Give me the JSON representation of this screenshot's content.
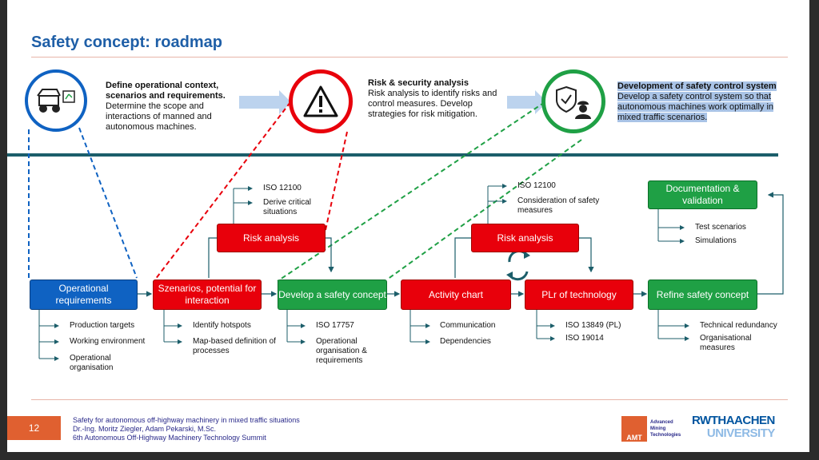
{
  "slide": {
    "title": "Safety concept: roadmap",
    "page_number": "12",
    "footer_lines": [
      "Safety for autonomous off-highway machinery in mixed traffic situations",
      "Dr.-Ing. Moritz Ziegler, Adam Pekarski, M.Sc.",
      "6th Autonomous Off-Highway Machinery Technology Summit"
    ],
    "amt_logo": {
      "abbr": "AMT",
      "lines": [
        "Advanced",
        "Mining",
        "Technologies"
      ]
    },
    "rwth_logo": {
      "line1": "RWTHAACHEN",
      "line2": "UNIVERSITY"
    }
  },
  "phases": [
    {
      "heading": "Define operational context, scenarios and requirements.",
      "text": "Determine the scope and interactions of manned and autonomous machines.",
      "icon": "mining-truck-icon",
      "color": "#0f62c2"
    },
    {
      "heading": "Risk & security analysis",
      "text": "Risk analysis to identify risks and control measures. Develop strategies for risk mitigation.",
      "icon": "warning-icon",
      "color": "#e8000b"
    },
    {
      "heading": "Development of safety control system",
      "text": "Develop a safety control system so that autonomous machines work optimally in mixed traffic scenarios.",
      "icon": "shield-worker-icon",
      "color": "#1fa045"
    }
  ],
  "boxes": {
    "op_req": "Operational requirements",
    "szenarios": "Szenarios, potential for interaction",
    "develop": "Develop a safety concept",
    "activity": "Activity chart",
    "plr": "PLr of technology",
    "refine": "Refine safety concept",
    "risk1": "Risk analysis",
    "risk2": "Risk analysis",
    "doc": "Documentation & validation"
  },
  "subitems": {
    "op_req": [
      "Production targets",
      "Working environment",
      "Operational organisation"
    ],
    "szenarios": [
      "Identify hotspots",
      "Map-based definition of processes"
    ],
    "develop": [
      "ISO 17757",
      "Operational organisation & requirements"
    ],
    "activity": [
      "Communication",
      "Dependencies"
    ],
    "plr": [
      "ISO 13849 (PL)",
      "ISO 19014"
    ],
    "refine": [
      "Technical redundancy",
      "Organisational measures"
    ],
    "risk1": [
      "ISO 12100",
      "Derive critical situations"
    ],
    "risk2": [
      "ISO 12100",
      "Consideration of safety measures"
    ],
    "doc": [
      "Test scenarios",
      "Simulations"
    ]
  },
  "colors": {
    "blue": "#0f62c2",
    "red": "#e8000b",
    "green": "#1fa045",
    "teal": "#1c5e6a",
    "arrow_light": "#bcd3ee",
    "connector": "#1c5e6a"
  }
}
